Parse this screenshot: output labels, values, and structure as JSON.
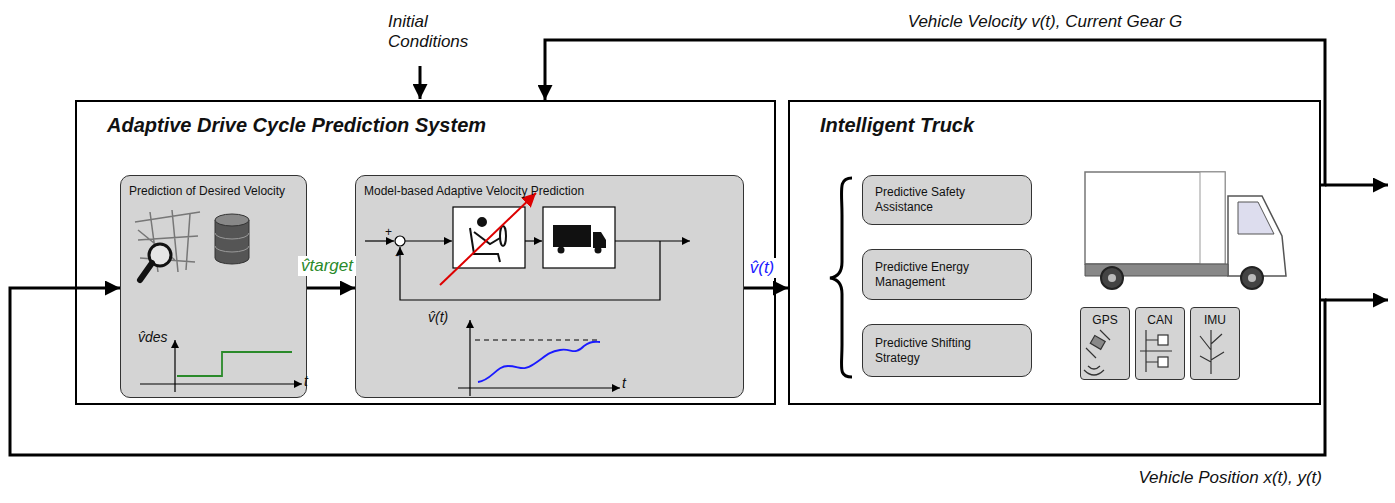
{
  "diagram": {
    "nodes": [
      {
        "text": [
          "Adaptive Drive Cycle Prediction System"
        ]
      },
      {
        "text": [
          "Prediction of Desired Velocity"
        ],
        "in": 0
      },
      {
        "text": [
          "Model-based Adaptive Velocity Prediction"
        ],
        "in": 0
      },
      {
        "text": [
          "Intelligent Truck"
        ]
      },
      {
        "text": [
          "Predictive Safety Assistance"
        ],
        "in": 3
      },
      {
        "text": [
          "Predictive Energy Management"
        ],
        "in": 3
      },
      {
        "text": [
          "Predictive Shifting Strategy"
        ],
        "in": 3
      },
      {
        "text": [
          "GPS"
        ],
        "in": 3
      },
      {
        "text": [
          "CAN"
        ],
        "in": 3
      },
      {
        "text": [
          "IMU"
        ],
        "in": 3
      }
    ],
    "edges": [
      {
        "from": 1,
        "to": 2,
        "label": "v̂target",
        "arrow": "to"
      },
      {
        "from": 2,
        "to": 3,
        "label": "v̂(t)",
        "arrow": "to"
      },
      {
        "from": 3,
        "to": 0,
        "label": "Vehicle Velocity v(t), Current Gear G",
        "arrow": "to"
      },
      {
        "from": 3,
        "to": 1,
        "label": "Vehicle Position x(t), y(t)",
        "arrow": "to"
      }
    ],
    "labels": [
      "Initial Conditions",
      "v̂des",
      "t",
      "+",
      "-",
      "v̂(t)",
      "t"
    ]
  }
}
